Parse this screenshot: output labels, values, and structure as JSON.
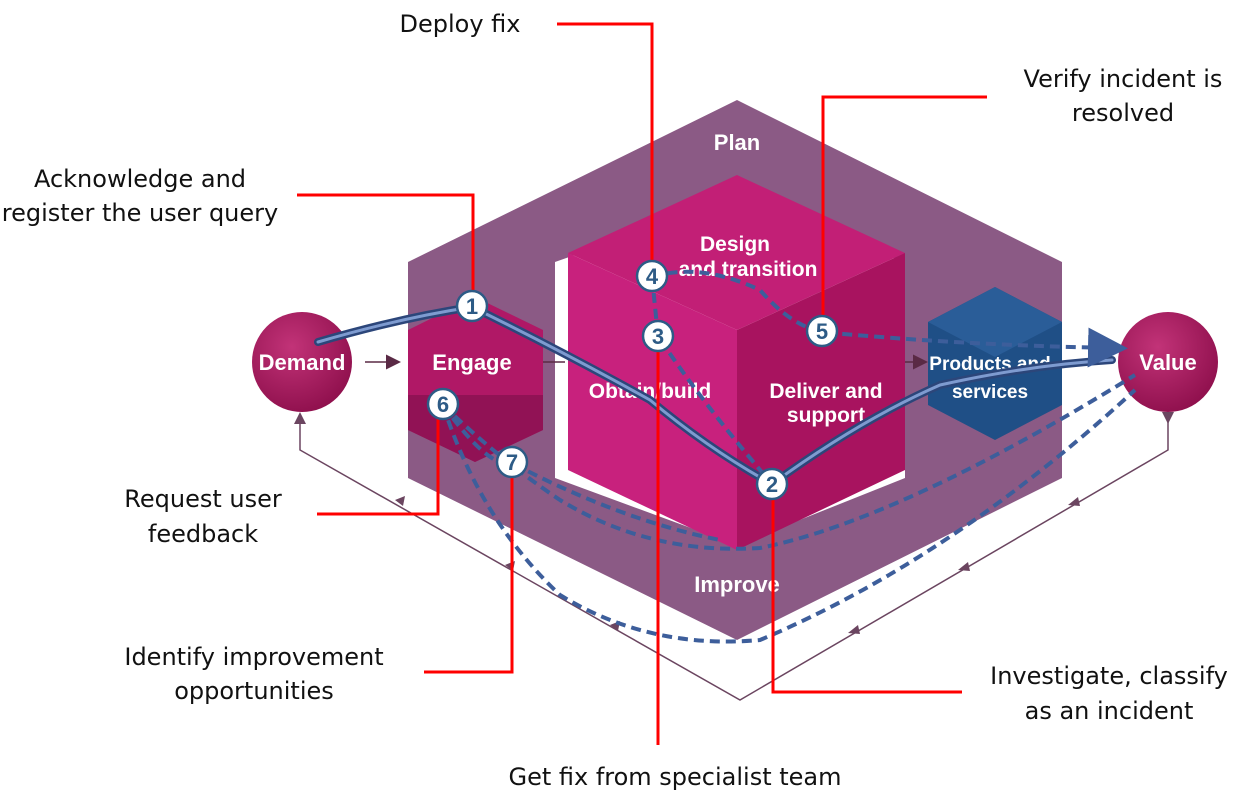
{
  "zones": {
    "plan": "Plan",
    "design": [
      "Design",
      "and transition"
    ],
    "engage": "Engage",
    "obtain": "Obtain/build",
    "deliver": [
      "Deliver and",
      "support"
    ],
    "products": [
      "Products and",
      "services"
    ],
    "improve": "Improve",
    "demand": "Demand",
    "value": "Value"
  },
  "steps": [
    {
      "n": "1",
      "label": [
        "Acknowledge and",
        "register the user query"
      ]
    },
    {
      "n": "2",
      "label": [
        "Investigate, classify",
        "as an incident"
      ]
    },
    {
      "n": "3",
      "label": [
        "Get fix from specialist team"
      ]
    },
    {
      "n": "4",
      "label": [
        "Deploy fix"
      ]
    },
    {
      "n": "5",
      "label": [
        "Verify incident is",
        "resolved"
      ]
    },
    {
      "n": "6",
      "label": [
        "Request user",
        "feedback"
      ]
    },
    {
      "n": "7",
      "label": [
        "Identify improvement",
        "opportunities"
      ]
    }
  ],
  "colors": {
    "frame": "#8b5a85",
    "magenta_dark": "#a3135c",
    "magenta": "#bd1a72",
    "magenta_light": "#c8217d",
    "blue_hex": "#1f4f86",
    "path_blue": "#3d5e9b",
    "callout_red": "#ff0000",
    "circle": "#a8154f"
  }
}
